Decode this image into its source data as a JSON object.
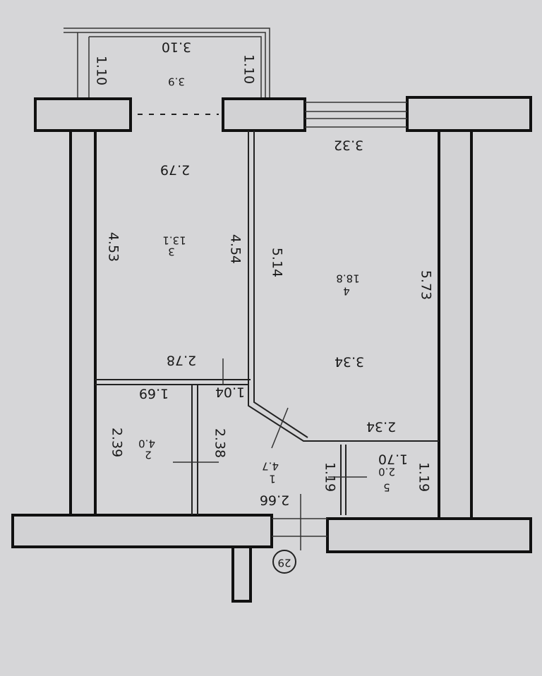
{
  "dimensions": {
    "balcony_width": "3.10",
    "balcony_left_depth": "1.10",
    "balcony_right_depth": "1.10",
    "room1_top": "2.79",
    "room1_left": "4.53",
    "room1_right": "4.54",
    "room1_bottom": "2.78",
    "room2_top": "3.32",
    "room2_left": "5.14",
    "room2_right": "5.73",
    "room2_inner": "3.34",
    "room2_bottom": "2.34",
    "bath_top": "1.69",
    "bath_side": "2.39",
    "hall_top": "1.04",
    "hall_side": "2.38",
    "hall_bottom": "2.66",
    "wc_left": "1.19",
    "wc_right": "1.19",
    "wc_width": "1.70"
  },
  "rooms": {
    "balcony_area": "3.9",
    "room1": {
      "number": "3",
      "area": "13.1"
    },
    "room2": {
      "number": "4",
      "area": "18.8"
    },
    "bath": {
      "number": "2",
      "area": "4.0"
    },
    "hall": {
      "number": "1",
      "area": "4.7"
    },
    "wc": {
      "number": "5",
      "area": "2.0"
    }
  },
  "apartment_number": "29"
}
